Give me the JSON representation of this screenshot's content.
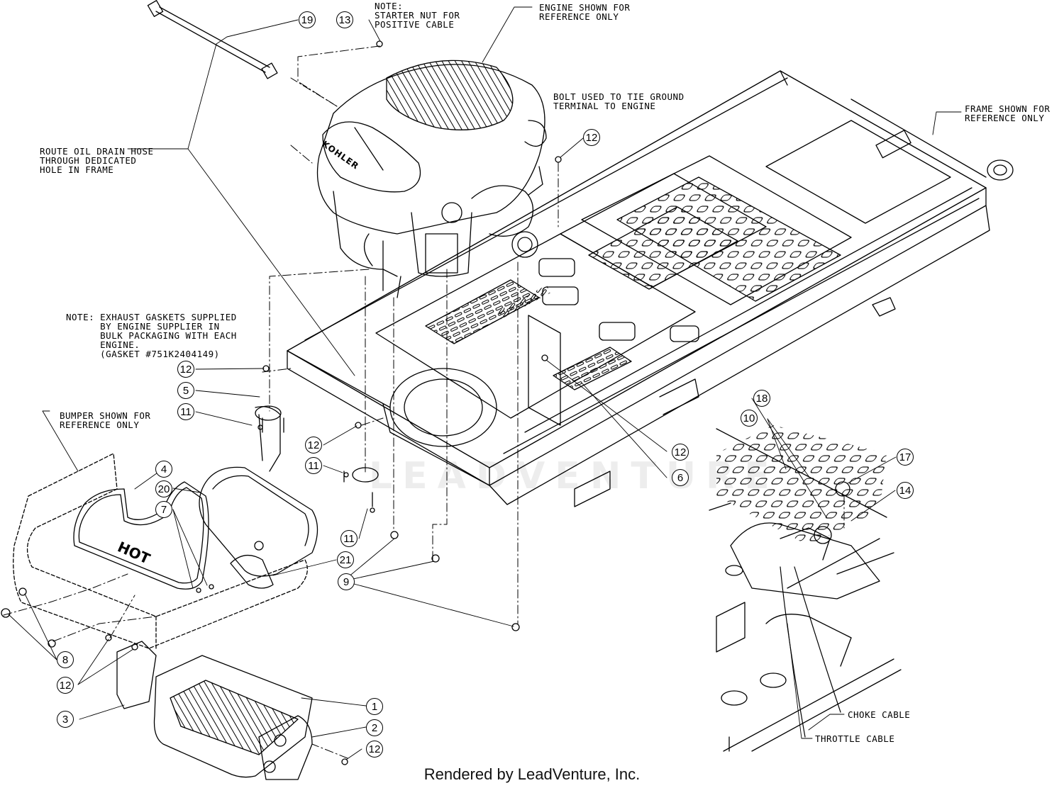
{
  "notes": {
    "starter_nut": "NOTE:\nSTARTER NUT FOR\nPOSITIVE CABLE",
    "engine_ref": "ENGINE SHOWN FOR\nREFERENCE ONLY",
    "ground_bolt": "BOLT USED TO TIE GROUND\nTERMINAL TO ENGINE",
    "frame_ref": "FRAME SHOWN FOR\nREFERENCE ONLY",
    "oil_hose": "ROUTE OIL DRAIN HOSE\nTHROUGH DEDICATED\nHOLE IN FRAME",
    "exhaust_gaskets": "NOTE: EXHAUST GASKETS SUPPLIED\n      BY ENGINE SUPPLIER IN\n      BULK PACKAGING WITH EACH\n      ENGINE.\n      (GASKET #751K2404149)",
    "bumper_ref": "BUMPER SHOWN FOR\nREFERENCE ONLY",
    "choke_cable": "CHOKE CABLE",
    "throttle_cable": "THROTTLE CABLE"
  },
  "callouts": [
    "19",
    "13",
    "12",
    "12",
    "5",
    "11",
    "12",
    "11",
    "11",
    "4",
    "20",
    "7",
    "21",
    "8",
    "12",
    "3",
    "1",
    "2",
    "12",
    "9",
    "12",
    "6",
    "18",
    "10",
    "17",
    "14"
  ],
  "labels": {
    "engine_brand": "KOHLER",
    "heat_shield": "HOT"
  },
  "watermark": "LEADVENTURE",
  "footer": "Rendered by LeadVenture, Inc."
}
